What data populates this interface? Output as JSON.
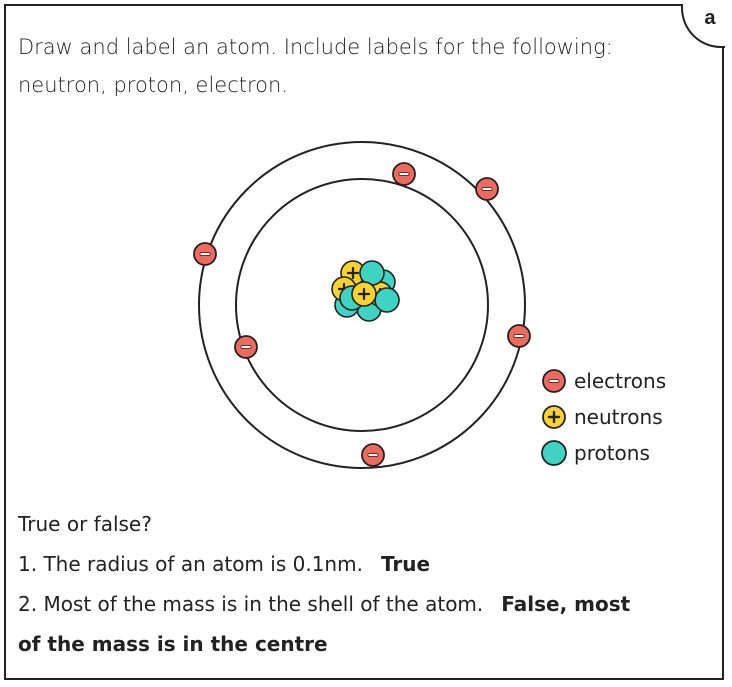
{
  "tab_label": "a",
  "prompt": {
    "line1": "Draw and label an atom. Include labels for the following:",
    "line2": "neutron, proton, electron."
  },
  "colors": {
    "electron": "#ee6a5f",
    "neutron": "#f8d22e",
    "proton": "#3fd3c4",
    "stroke": "#222222"
  },
  "legend": [
    {
      "icon": "electron-icon",
      "symbol": "−",
      "label": "electrons"
    },
    {
      "icon": "neutron-icon",
      "symbol": "+",
      "label": "neutrons"
    },
    {
      "icon": "proton-icon",
      "symbol": "",
      "label": "protons"
    }
  ],
  "questions": {
    "heading": "True or false?",
    "q1_text": "1. The radius of an atom is 0.1nm.",
    "q1_answer": "True",
    "q2_text": "2. Most of the mass is in the shell of the atom.",
    "q2_answer": "False, most",
    "q2_answer_cont": "of the mass is in the centre"
  }
}
